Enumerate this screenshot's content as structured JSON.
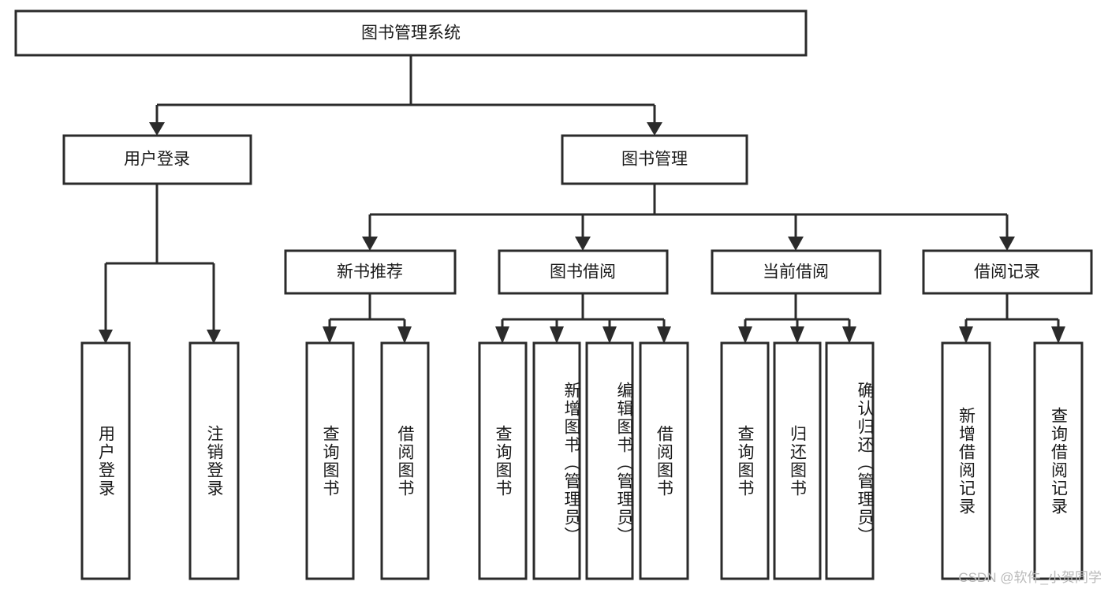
{
  "diagram": {
    "title": "图书管理系统",
    "type": "tree-hierarchy",
    "watermark": "CSDN @软件_小贺同学",
    "colors": {
      "stroke": "#2b2b2b",
      "fill": "#ffffff",
      "text": "#1a1a1a",
      "watermark": "#b9b9b9",
      "background": "#ffffff"
    },
    "levels": {
      "root": "图书管理系统",
      "level2": [
        "用户登录",
        "图书管理"
      ],
      "level3": [
        "新书推荐",
        "图书借阅",
        "当前借阅",
        "借阅记录"
      ]
    },
    "nodes": {
      "root": {
        "label": "图书管理系统",
        "orientation": "horizontal"
      },
      "user_login": {
        "label": "用户登录",
        "orientation": "horizontal"
      },
      "book_manage": {
        "label": "图书管理",
        "orientation": "horizontal"
      },
      "new_book_rec": {
        "label": "新书推荐",
        "orientation": "horizontal"
      },
      "book_borrow": {
        "label": "图书借阅",
        "orientation": "horizontal"
      },
      "current_borrow": {
        "label": "当前借阅",
        "orientation": "horizontal"
      },
      "borrow_record": {
        "label": "借阅记录",
        "orientation": "horizontal"
      },
      "leaf_user_login": {
        "label": "用户登录",
        "orientation": "vertical"
      },
      "leaf_user_logout": {
        "label": "注销登录",
        "orientation": "vertical"
      },
      "leaf_query_book_1": {
        "label": "查询图书",
        "orientation": "vertical"
      },
      "leaf_borrow_book_1": {
        "label": "借阅图书",
        "orientation": "vertical"
      },
      "leaf_query_book_2": {
        "label": "查询图书",
        "orientation": "vertical"
      },
      "leaf_add_book": {
        "label": "新增图书（管理员）",
        "orientation": "vertical"
      },
      "leaf_edit_book": {
        "label": "编辑图书（管理员）",
        "orientation": "vertical"
      },
      "leaf_borrow_book_2": {
        "label": "借阅图书",
        "orientation": "vertical"
      },
      "leaf_query_book_3": {
        "label": "查询图书",
        "orientation": "vertical"
      },
      "leaf_return_book": {
        "label": "归还图书",
        "orientation": "vertical"
      },
      "leaf_confirm_return": {
        "label": "确认归还（管理员）",
        "orientation": "vertical"
      },
      "leaf_add_record": {
        "label": "新增借阅记录",
        "orientation": "vertical"
      },
      "leaf_query_record": {
        "label": "查询借阅记录",
        "orientation": "vertical"
      }
    },
    "edges": [
      {
        "from": "root",
        "to": "user_login"
      },
      {
        "from": "root",
        "to": "book_manage"
      },
      {
        "from": "user_login",
        "to": "leaf_user_login"
      },
      {
        "from": "user_login",
        "to": "leaf_user_logout"
      },
      {
        "from": "book_manage",
        "to": "new_book_rec"
      },
      {
        "from": "book_manage",
        "to": "book_borrow"
      },
      {
        "from": "book_manage",
        "to": "current_borrow"
      },
      {
        "from": "book_manage",
        "to": "borrow_record"
      },
      {
        "from": "new_book_rec",
        "to": "leaf_query_book_1"
      },
      {
        "from": "new_book_rec",
        "to": "leaf_borrow_book_1"
      },
      {
        "from": "book_borrow",
        "to": "leaf_query_book_2"
      },
      {
        "from": "book_borrow",
        "to": "leaf_add_book"
      },
      {
        "from": "book_borrow",
        "to": "leaf_edit_book"
      },
      {
        "from": "book_borrow",
        "to": "leaf_borrow_book_2"
      },
      {
        "from": "current_borrow",
        "to": "leaf_query_book_3"
      },
      {
        "from": "current_borrow",
        "to": "leaf_return_book"
      },
      {
        "from": "current_borrow",
        "to": "leaf_confirm_return"
      },
      {
        "from": "borrow_record",
        "to": "leaf_add_record"
      },
      {
        "from": "borrow_record",
        "to": "leaf_query_record"
      }
    ]
  }
}
